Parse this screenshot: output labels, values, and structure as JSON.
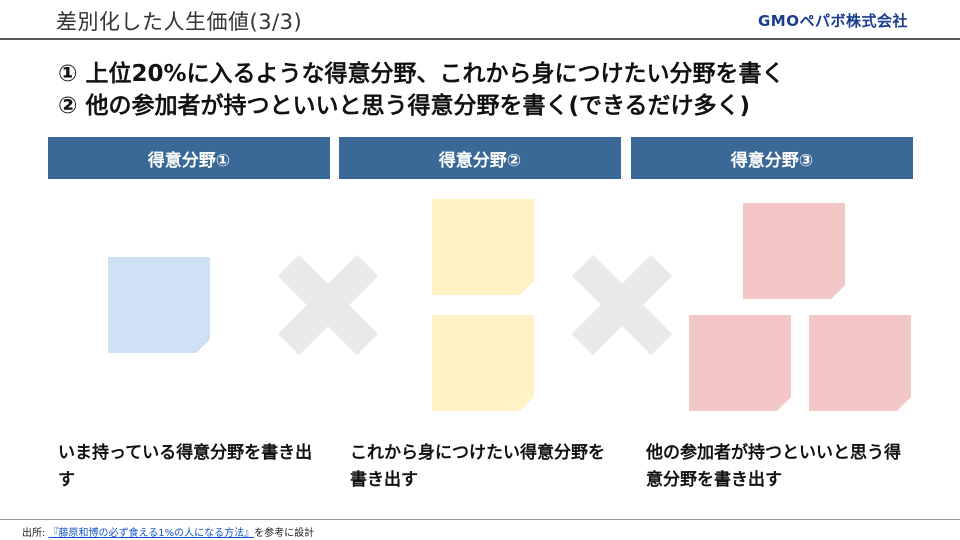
{
  "header": {
    "title": "差別化した人生価値(3/3)",
    "logo": "GMOペパボ株式会社"
  },
  "headings": [
    "① 上位20%に入るような得意分野、これから身につけたい分野を書く",
    "② 他の参加者が持つといいと思う得意分野を書く(できるだけ多く)"
  ],
  "columns": [
    {
      "header": "得意分野①",
      "caption": "いま持っている得意分野を書き出す",
      "note_color": "#cfe2f3"
    },
    {
      "header": "得意分野②",
      "caption": "これから身につけたい得意分野を書き出す",
      "note_color": "#fff2c4"
    },
    {
      "header": "得意分野③",
      "caption": "他の参加者が持つといいと思う得意分野を書き出す",
      "note_color": "#f4c7c7"
    }
  ],
  "source": {
    "prefix": "出所: ",
    "link_text": "『藤原和博の必ず食える1%の人になる方法』",
    "suffix": "を参考に設計"
  }
}
